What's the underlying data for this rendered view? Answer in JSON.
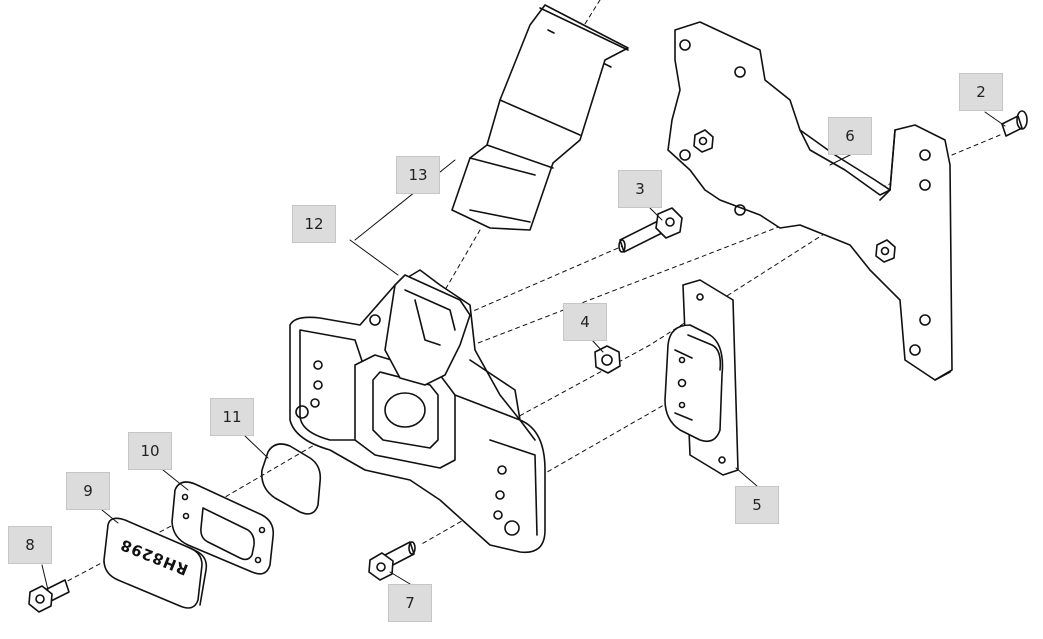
{
  "diagram": {
    "callouts": [
      {
        "id": "2",
        "label": "2"
      },
      {
        "id": "3",
        "label": "3"
      },
      {
        "id": "4",
        "label": "4"
      },
      {
        "id": "5",
        "label": "5"
      },
      {
        "id": "6",
        "label": "6"
      },
      {
        "id": "7",
        "label": "7"
      },
      {
        "id": "8",
        "label": "8"
      },
      {
        "id": "9",
        "label": "9"
      },
      {
        "id": "10",
        "label": "10"
      },
      {
        "id": "11",
        "label": "11"
      },
      {
        "id": "12",
        "label": "12"
      },
      {
        "id": "13",
        "label": "13"
      }
    ],
    "cover_plate_text": "RH8298",
    "colors": {
      "line": "#111111",
      "callout_fill": "#dcdcdc",
      "background": "#ffffff"
    }
  }
}
